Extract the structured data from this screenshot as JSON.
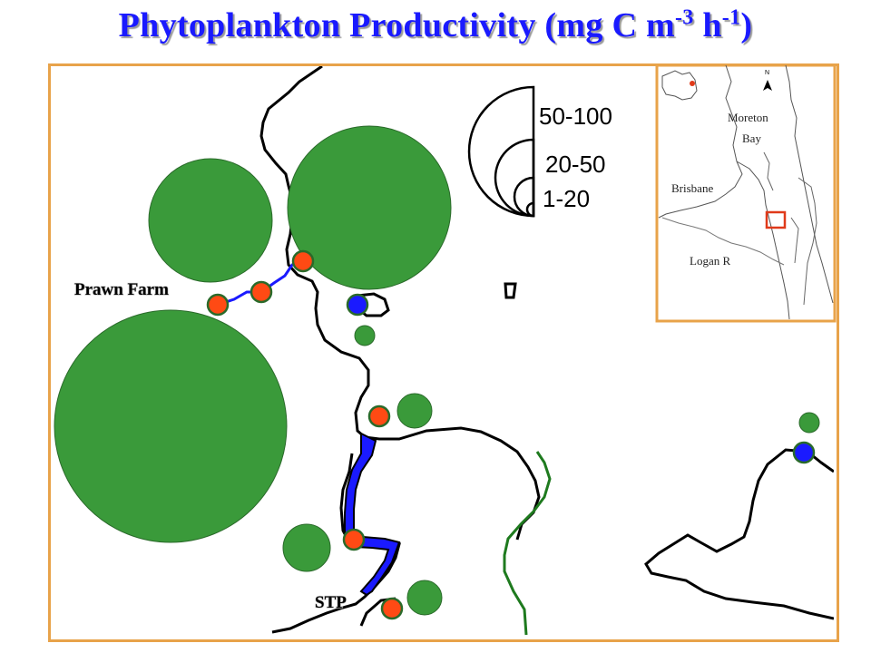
{
  "title": {
    "main": "Phytoplankton Productivity (mg C m",
    "exp1": "-3",
    "mid": " h",
    "exp2": "-1",
    "end": ")"
  },
  "legend": {
    "large": "50-100",
    "medium": "20-50",
    "small": "1-20"
  },
  "labels": {
    "prawn_farm": "Prawn Farm",
    "stp": "STP"
  },
  "inset": {
    "moreton": "Moreton",
    "bay": "Bay",
    "brisbane": "Brisbane",
    "logan": "Logan R",
    "north_letter": "N"
  },
  "colors": {
    "title": "#1a1aff",
    "frame": "#e8a34a",
    "productivity_circle": "#3a9a3a",
    "site_orange": "#ff4a14",
    "site_blue": "#1a1aff",
    "river_blue": "#1a1aff",
    "coastline": "#000000",
    "green_boundary": "#1e7a1e",
    "inset_marker": "#e03a1a"
  },
  "productivity_classes": [
    "50-100",
    "20-50",
    "1-20"
  ]
}
